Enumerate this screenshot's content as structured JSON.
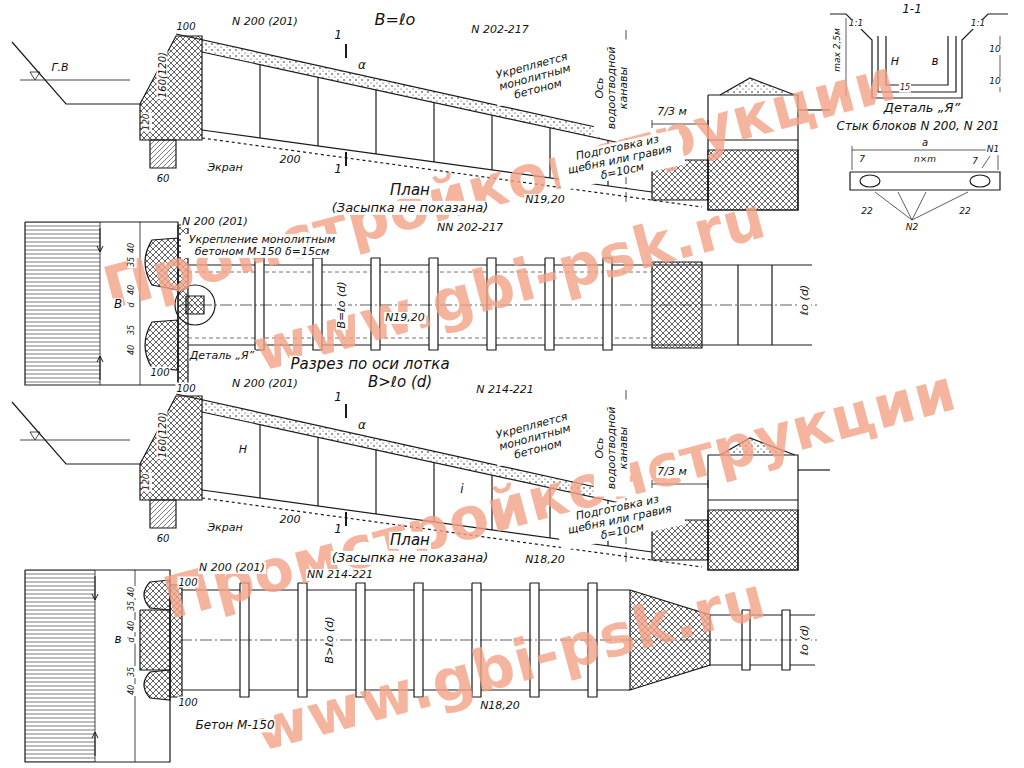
{
  "diagram": {
    "labels": [
      "Промстройконструкции",
      "www.gbi-psk.ru",
      "Промстройконструкции",
      "www.gbi-psk.ru",
      "Г.В",
      "100",
      "N 200 (201)",
      "В=ℓо",
      "1",
      "1",
      "N 202-217",
      "160(120)",
      "α",
      "Укрепляется монолитным бетоном",
      "Ось водоотводной канавы",
      "7/3 м",
      "120",
      "200",
      "60",
      "Экран",
      "N19,20",
      "Подготовка из щебня или гравия δ=10см",
      "1-1",
      "max 2,5м",
      "1:1",
      "1:1",
      "Н",
      "15",
      "в",
      "10",
      "10",
      "Деталь „Я”",
      "Стык блоков N 200, N 201",
      "а",
      "N1",
      "7",
      "n×m",
      "7",
      "22",
      "N2",
      "22",
      "План",
      "(Засыпка не показана)",
      "N 200 (201)",
      "Укрепление монолитным бетоном М-150 δ=15см",
      "NN 202-217",
      "В",
      "40",
      "35",
      "40",
      "d",
      "35",
      "40",
      "В=ℓо (d)",
      "N19,20",
      "100",
      "Деталь „Я”",
      "ℓо (d)",
      "Разрез по оси лотка",
      "В>ℓо (d)",
      "N 200 (201)",
      "N 214-221",
      "100",
      "160(120)",
      "α",
      "1",
      "1",
      "Укрепляется монолитным бетоном",
      "Ось водоотводной канавы",
      "7/3 м",
      "Н",
      "i",
      "120",
      "200",
      "60",
      "Экран",
      "N18,20",
      "Подготовка из щебня или гравия δ=10см",
      "План",
      "(Засыпка не показана)",
      "N 200 (201)",
      "NN 214-221",
      "В>ℓо (d)",
      "в",
      "40",
      "35",
      "40",
      "d",
      "35",
      "40",
      "100",
      "100",
      "N18,20",
      "Бетон М-150",
      "ℓо (d)"
    ]
  }
}
